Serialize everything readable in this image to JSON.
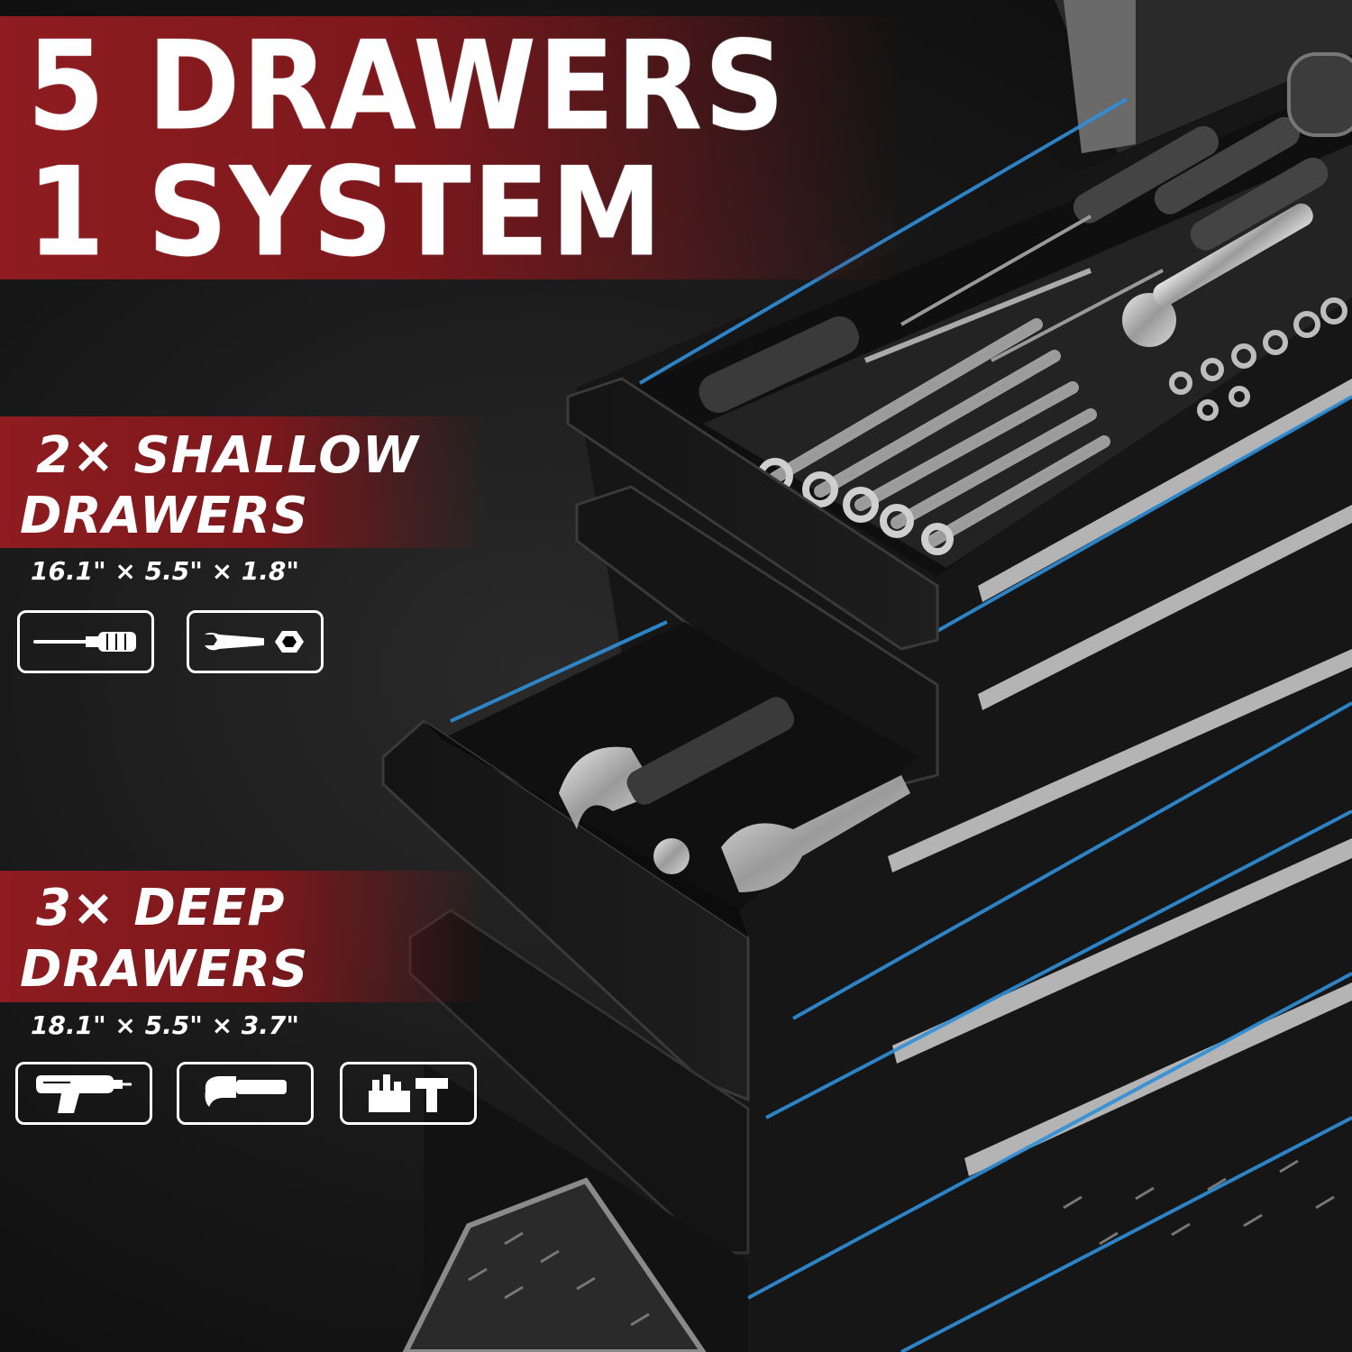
{
  "headline": {
    "line1": "5 DRAWERS",
    "line2": "1 SYSTEM"
  },
  "shallow": {
    "title_line1": "2× SHALLOW",
    "title_line2": "DRAWERS",
    "dimensions": "16.1\" × 5.5\" × 1.8\"",
    "icons": [
      "screwdriver-icon",
      "wrench-icon"
    ]
  },
  "deep": {
    "title_line1": "3× DEEP",
    "title_line2": "DRAWERS",
    "dimensions": "18.1\" × 5.5\" × 3.7\"",
    "icons": [
      "drill-icon",
      "hammer-icon",
      "tools-icon"
    ]
  },
  "colors": {
    "banner_red": "#8e1c20",
    "accent_blue": "#2f8fd8",
    "text": "#ffffff",
    "background": "#161616"
  }
}
